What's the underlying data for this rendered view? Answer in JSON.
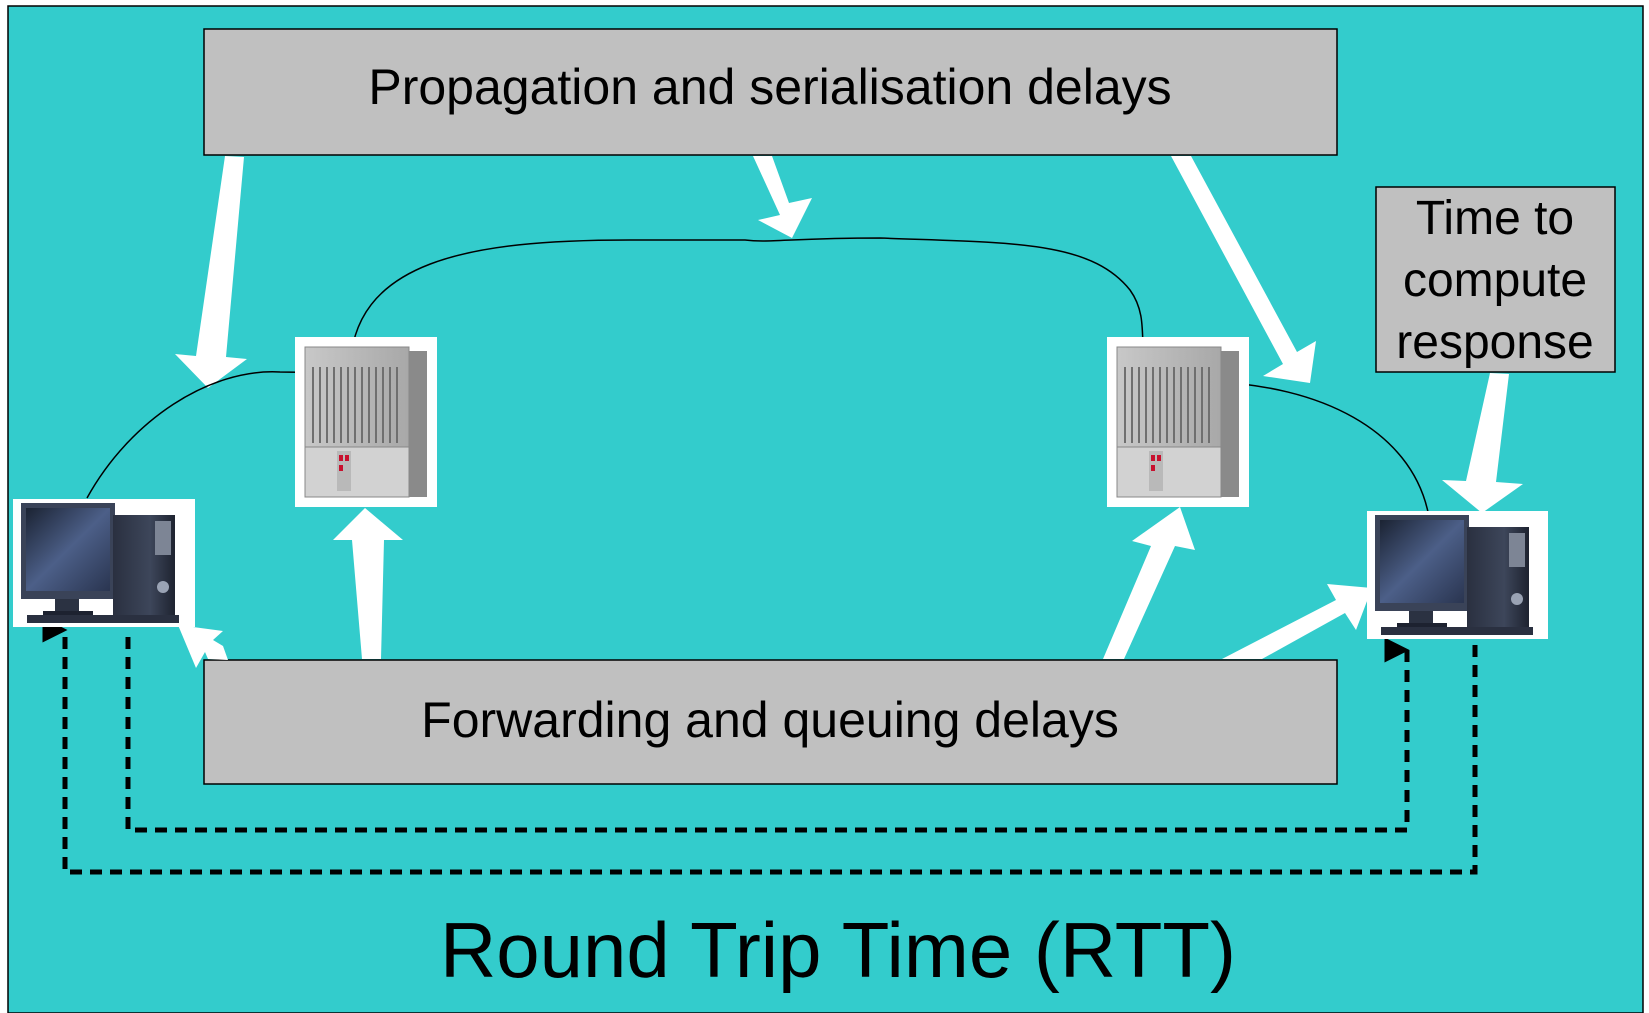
{
  "boxes": {
    "top": "Propagation and serialisation delays",
    "bottom": "Forwarding and queuing delays",
    "compute_line1": "Time to",
    "compute_line2": "compute",
    "compute_line3": "response"
  },
  "title": "Round Trip Time (RTT)",
  "colors": {
    "background": "#33cccc",
    "box_fill": "#c0c0c0",
    "arrow_fill": "#ffffff",
    "line": "#000000"
  },
  "icons": {
    "left_computer": "desktop-computer-icon",
    "right_computer": "desktop-computer-icon",
    "left_router": "router-chassis-icon",
    "right_router": "router-chassis-icon"
  }
}
